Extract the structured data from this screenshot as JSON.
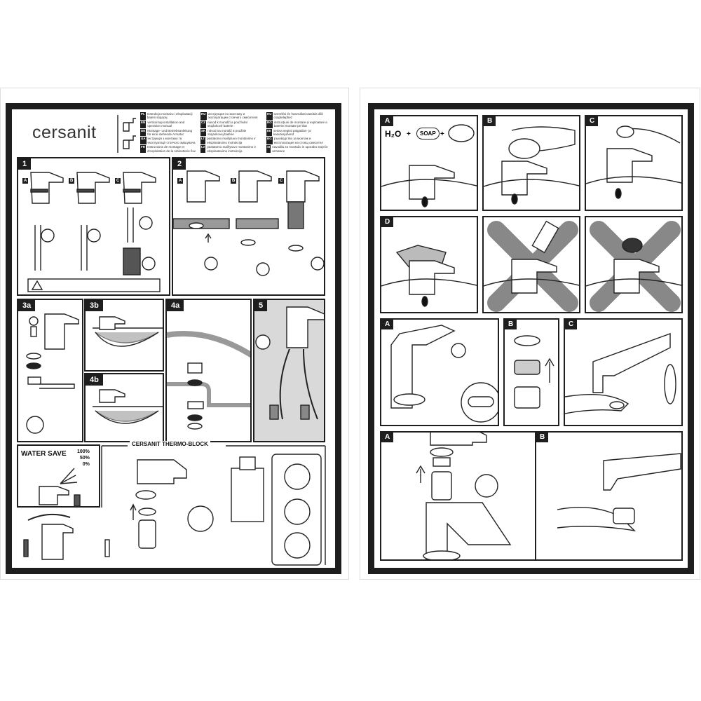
{
  "brand": {
    "logo": "cersanit"
  },
  "languages": [
    {
      "code": "PL",
      "text": "Instrukcja montażu i eksploatacji baterii stojącej"
    },
    {
      "code": "EN",
      "text": "vertical tap installation and operation manual"
    },
    {
      "code": "DE",
      "text": "Montage- und Betriebsanleitung für eine stehende Armatur"
    },
    {
      "code": "UA",
      "text": "інструкція з монтажу та експлуатації стоячого змішувача"
    },
    {
      "code": "FR",
      "text": "Instructions de montage et d'exploitation de la robinetterie fixe"
    },
    {
      "code": "RU",
      "text": "инструкция по монтажу и эксплуатации стоячего смесителя"
    },
    {
      "code": "CZ",
      "text": "návod k montáži a používání stojánkové baterie"
    },
    {
      "code": "SK",
      "text": "návod na montáž a použitie stojankovej batérie"
    },
    {
      "code": "LT",
      "text": "pastatomo maišytuvo montavimo ir eksploatavimo instrukcija"
    },
    {
      "code": "LV",
      "text": "pastatomo maišytuvo montavimo ir eksploatavimo instrukcija"
    },
    {
      "code": "HU",
      "text": "szerelési és használati utasítás álló csaptelephez"
    },
    {
      "code": "RO",
      "text": "instrucțiuni de montare și exploatare a bateriei montate pe blat"
    },
    {
      "code": "EE",
      "text": "seisva segisti paigaldus- ja kasutusjuhend"
    },
    {
      "code": "BG",
      "text": "ръководство за монтаж и експлоатация на стоящ смесител"
    },
    {
      "code": "SI",
      "text": "navodila za montažo in uporabo stoječe armature"
    }
  ],
  "left_panels": {
    "p1": "1",
    "p2": "2",
    "p3a": "3a",
    "p3b": "3b",
    "p4a": "4a",
    "p4b": "4b",
    "p5": "5",
    "sub": {
      "a": "A",
      "b": "B",
      "c": "C"
    }
  },
  "water_save": {
    "label": "WATER SAVE",
    "levels": [
      "100%",
      "50%",
      "0%"
    ]
  },
  "thermo_block": {
    "title": "CERSANIT THERMO-BLOCK"
  },
  "right_panels": {
    "row1": [
      "A",
      "B",
      "C"
    ],
    "row2": [
      "D",
      "",
      ""
    ],
    "row3": [
      "A",
      "B",
      "C"
    ],
    "row4": [
      "A",
      "B"
    ]
  },
  "cleaning": {
    "h2o": "H₂O",
    "plus": "+",
    "soap": "SOAP"
  }
}
